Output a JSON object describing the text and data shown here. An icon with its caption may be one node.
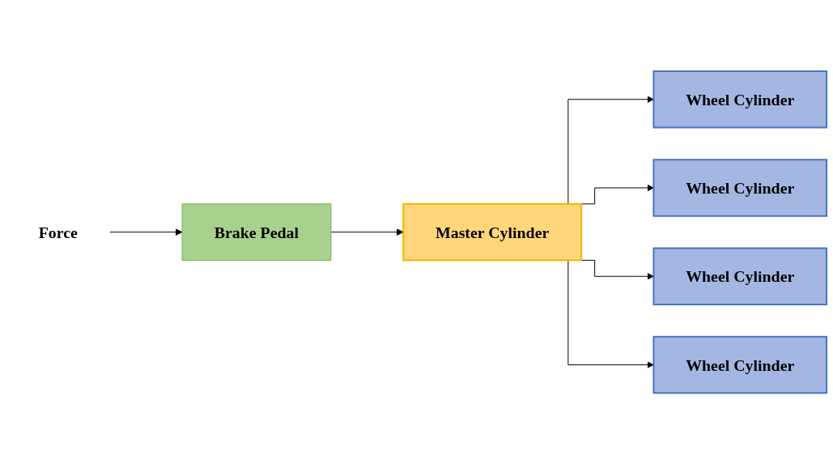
{
  "diagram": {
    "nodes": [
      {
        "text": [
          "Wheel Cylinder"
        ]
      },
      {
        "text": [
          "Wheel Cylinder"
        ]
      },
      {
        "text": [
          "Force"
        ]
      },
      {
        "text": [
          "Brake Pedal"
        ]
      },
      {
        "text": [
          "Master Cylinder"
        ]
      },
      {
        "text": [
          "Wheel Cylinder"
        ]
      },
      {
        "text": [
          "Wheel Cylinder"
        ]
      }
    ],
    "edges": [
      {
        "from": 2,
        "to": 3,
        "arrow": "to"
      },
      {
        "from": 3,
        "to": 4,
        "arrow": "to"
      },
      {
        "from": 4,
        "to": 0,
        "arrow": "to"
      },
      {
        "from": 4,
        "to": 1,
        "arrow": "to"
      },
      {
        "from": 4,
        "to": 5,
        "arrow": "to"
      },
      {
        "from": 4,
        "to": 6,
        "arrow": "to"
      }
    ]
  }
}
